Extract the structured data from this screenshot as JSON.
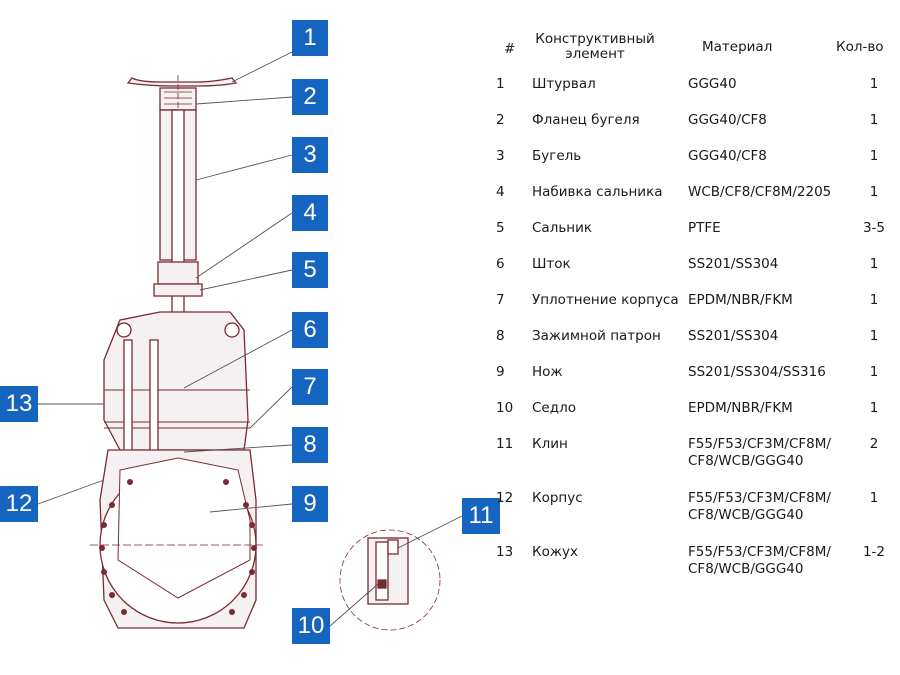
{
  "callouts": [
    "1",
    "2",
    "3",
    "4",
    "5",
    "6",
    "7",
    "8",
    "9",
    "10",
    "11",
    "12",
    "13"
  ],
  "table": {
    "headers": {
      "num": "#",
      "element": "Конструктивный элемент",
      "material": "Материал",
      "qty": "Кол-во"
    },
    "rows": [
      {
        "num": "1",
        "name": "Штурвал",
        "material": "GGG40",
        "qty": "1"
      },
      {
        "num": "2",
        "name": "Фланец бугеля",
        "material": "GGG40/CF8",
        "qty": "1"
      },
      {
        "num": "3",
        "name": "Бугель",
        "material": "GGG40/CF8",
        "qty": "1"
      },
      {
        "num": "4",
        "name": "Набивка сальника",
        "material": "WCB/CF8/CF8M/2205",
        "qty": "1"
      },
      {
        "num": "5",
        "name": "Сальник",
        "material": "PTFE",
        "qty": "3-5"
      },
      {
        "num": "6",
        "name": "Шток",
        "material": "SS201/SS304",
        "qty": "1"
      },
      {
        "num": "7",
        "name": "Уплотнение корпуса",
        "material": "EPDM/NBR/FKM",
        "qty": "1"
      },
      {
        "num": "8",
        "name": "Зажимной патрон",
        "material": "SS201/SS304",
        "qty": "1"
      },
      {
        "num": "9",
        "name": "Нож",
        "material": "SS201/SS304/SS316",
        "qty": "1"
      },
      {
        "num": "10",
        "name": "Седло",
        "material": "EPDM/NBR/FKM",
        "qty": "1"
      },
      {
        "num": "11",
        "name": "Клин",
        "material": "F55/F53/CF3M/CF8M/\nCF8/WCB/GGG40",
        "qty": "2"
      },
      {
        "num": "12",
        "name": "Корпус",
        "material": "F55/F53/CF3M/CF8M/\nCF8/WCB/GGG40",
        "qty": "1"
      },
      {
        "num": "13",
        "name": "Кожух",
        "material": "F55/F53/CF3M/CF8M/\nCF8/WCB/GGG40",
        "qty": "1-2"
      }
    ]
  },
  "colors": {
    "callout": "#1565c0",
    "outline": "#7a2a33",
    "fill": "#f5f0f1",
    "leader": "#555555"
  }
}
